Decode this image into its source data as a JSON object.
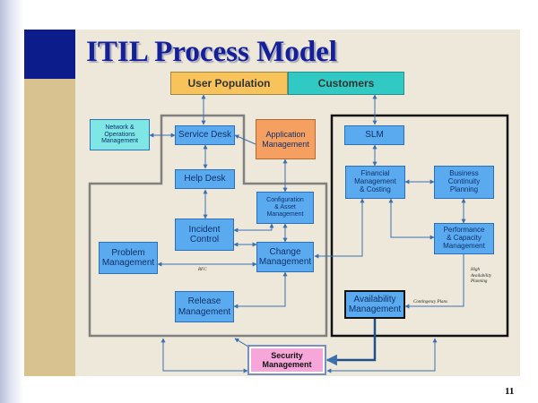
{
  "slide": {
    "title": "ITIL Process Model",
    "number": "11"
  },
  "banners": {
    "user_population": "User Population",
    "customers": "Customers"
  },
  "nodes": {
    "network_ops": "Network &\nOperations\nManagement",
    "service_desk": "Service Desk",
    "app_mgmt": "Application\nManagement",
    "help_desk": "Help Desk",
    "config_asset": "Configuration\n& Asset\nManagement",
    "incident": "Incident\nControl",
    "problem": "Problem\nManagement",
    "change": "Change\nManagement",
    "release": "Release\nManagement",
    "slm": "SLM",
    "financial": "Financial\nManagement\n& Costing",
    "bcp": "Business\nContinuity\nPlanning",
    "perf_cap": "Performance\n& Capacity\nManagement",
    "availability": "Availability\nManagement",
    "security": "Security\nManagement"
  },
  "annotations": {
    "rfc": "RFC",
    "high_availability": "High\nAvailability\nPlanning",
    "contingency": "Contingency Plans"
  },
  "colors": {
    "navy": "#0c1c8a",
    "tan": "#d8c290",
    "panel": "#ede8da",
    "process_box": "#5aaaf0",
    "network_box": "#7fe6e6",
    "app_box": "#f5a060",
    "user_population": "#f7c35a",
    "customers": "#31c9c3",
    "security_box": "#f7a6d9"
  }
}
